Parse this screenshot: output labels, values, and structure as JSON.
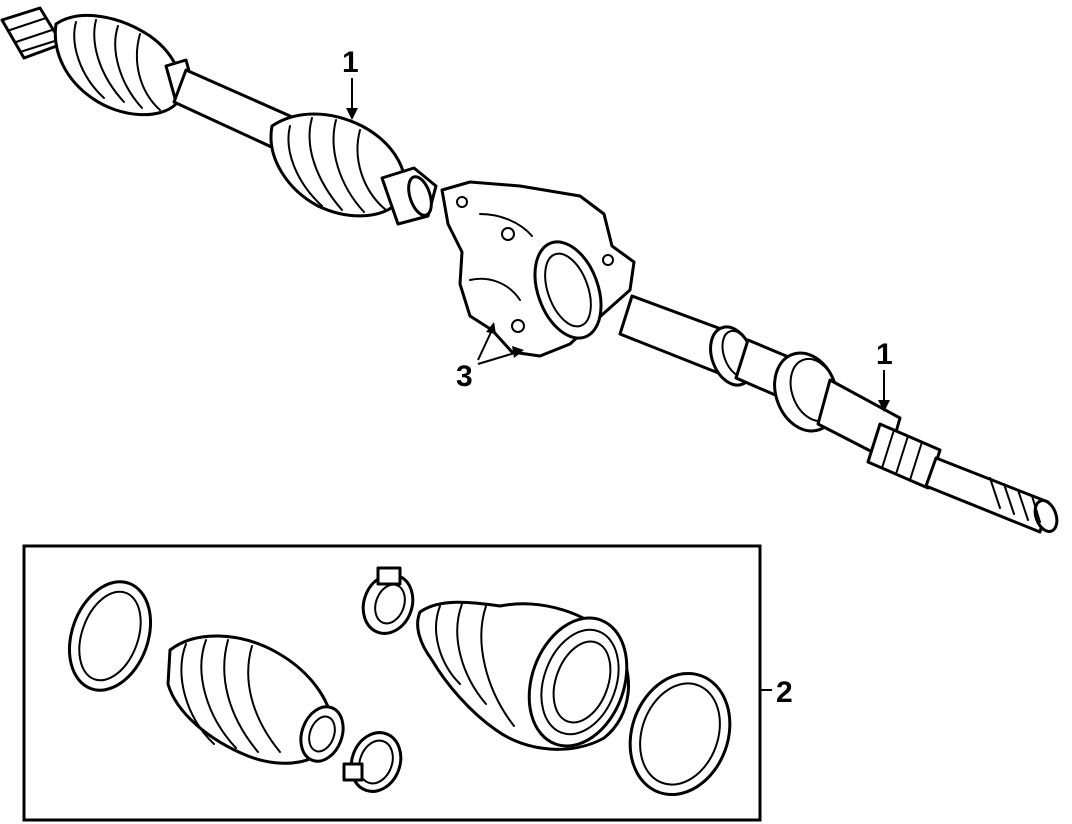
{
  "diagram": {
    "callouts": {
      "shaft_left": "1",
      "shaft_right": "1",
      "boot_kit": "2",
      "bracket": "3"
    }
  }
}
